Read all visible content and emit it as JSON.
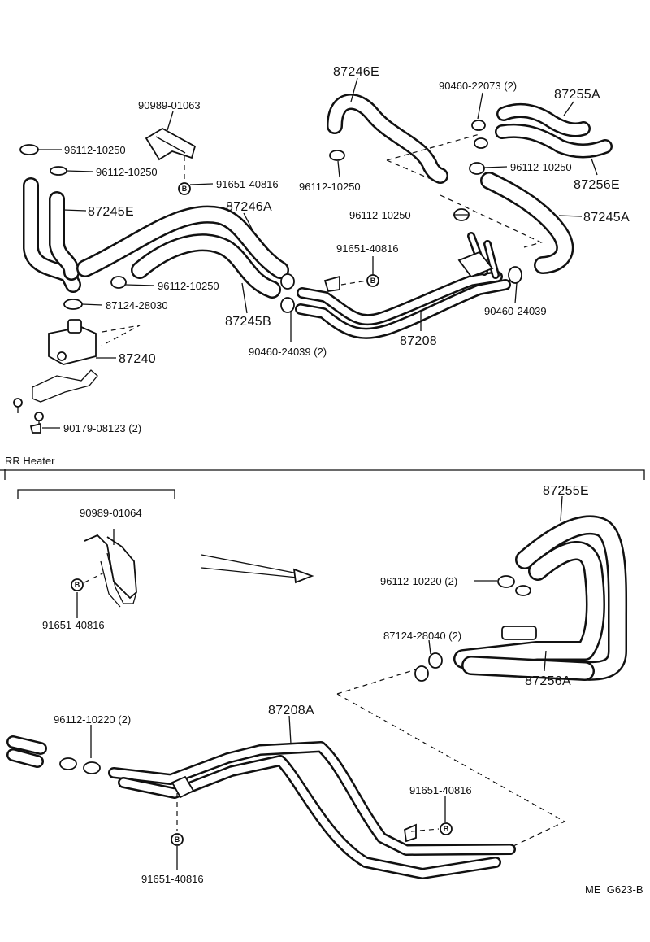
{
  "section_label": "RR Heater",
  "footer_code": "ME  G623-B",
  "bolt_mark": "B",
  "parts": {
    "p87246E": "87246E",
    "p90460_22073": "90460-22073 (2)",
    "p87255A": "87255A",
    "p90989_01063": "90989-01063",
    "p96112_10250_a": "96112-10250",
    "p96112_10250_b": "96112-10250",
    "p96112_10250_c": "96112-10250",
    "p96112_10250_d": "96112-10250",
    "p96112_10250_e": "96112-10250",
    "p96112_10250_f": "96112-10250",
    "p91651_40816_a": "91651-40816",
    "p91651_40816_b": "91651-40816",
    "p87256E": "87256E",
    "p87245E": "87245E",
    "p87246A": "87246A",
    "p87245A": "87245A",
    "p87124_28030": "87124-28030",
    "p87245B": "87245B",
    "p87240": "87240",
    "p90460_24039_a": "90460-24039 (2)",
    "p87208": "87208",
    "p90460_24039_b": "90460-24039",
    "p90179_08123": "90179-08123 (2)",
    "p87255E": "87255E",
    "p90989_01064": "90989-01064",
    "p91651_40816_c": "91651-40816",
    "p96112_10220_a": "96112-10220 (2)",
    "p87124_28040": "87124-28040 (2)",
    "p87256A": "87256A",
    "p87208A": "87208A",
    "p96112_10220_b": "96112-10220 (2)",
    "p91651_40816_d": "91651-40816",
    "p91651_40816_e": "91651-40816"
  }
}
